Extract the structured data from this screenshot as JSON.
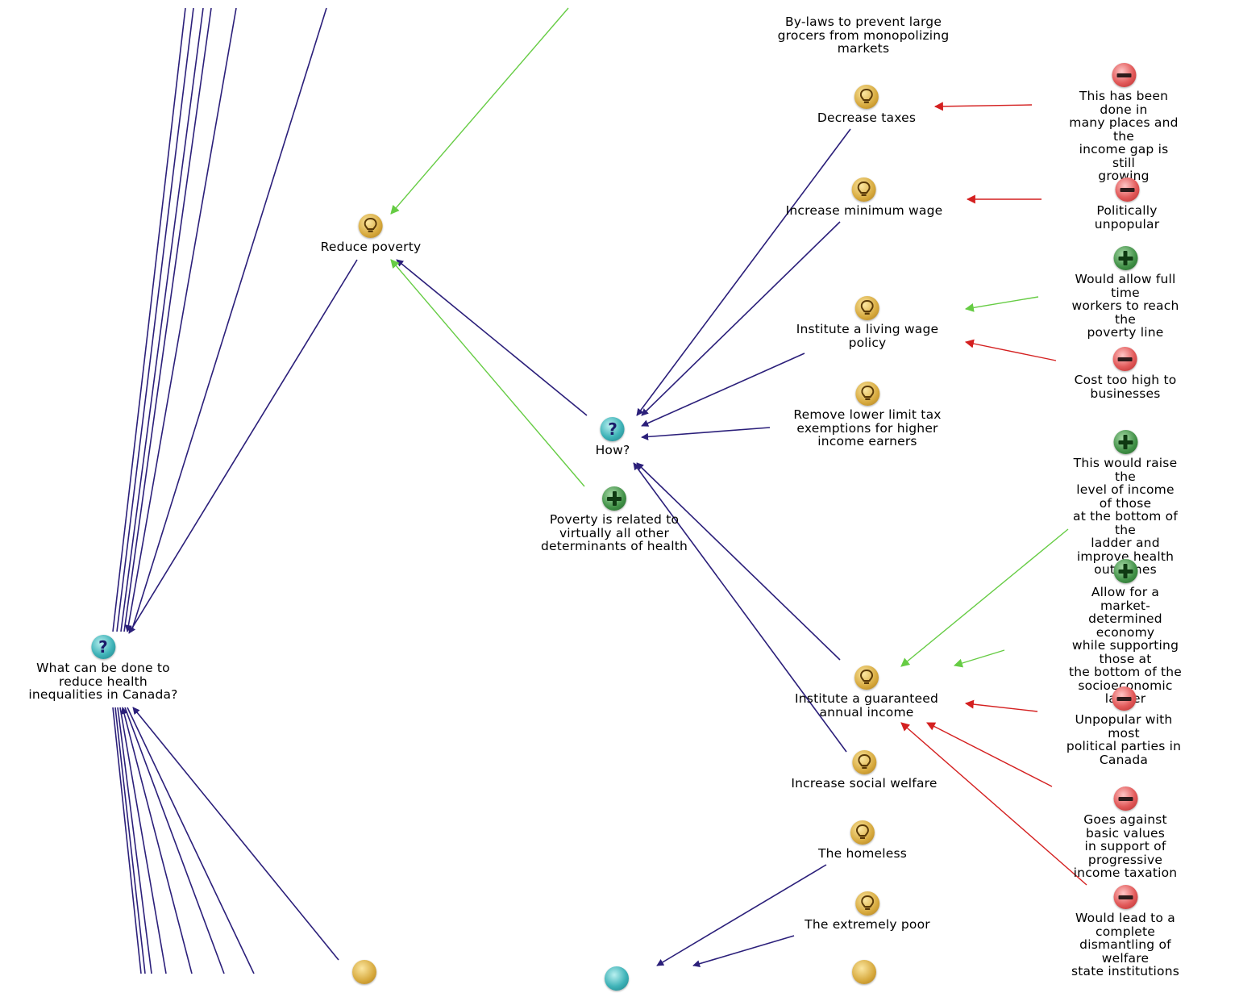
{
  "colors": {
    "structural_edge": "#2b1f7a",
    "support_edge": "#66cc44",
    "oppose_edge": "#d42020",
    "idea": "#d6a83c",
    "question": "#3fb3b8",
    "pro": "#3f8f45",
    "con": "#e25a5a"
  },
  "nodes": {
    "main_question": "What can be done to\nreduce health\ninequalities in Canada?",
    "reduce_poverty": "Reduce poverty",
    "how": "How?",
    "poverty_related": "Poverty is related to\nvirtually all other\ndeterminants of health",
    "bylaws": "By-laws to prevent large\ngrocers from monopolizing\nmarkets",
    "decrease_taxes": "Decrease taxes",
    "increase_min_wage": "Increase minimum wage",
    "living_wage": "Institute a living wage\npolicy",
    "remove_exemptions": "Remove lower limit tax\nexemptions for higher\nincome earners",
    "guaranteed_income": "Institute a guaranteed\nannual income",
    "social_welfare": "Increase social welfare",
    "homeless": "The homeless",
    "extremely_poor": "The extremely poor",
    "con_done_many_places": "This has been done in\nmany places and the\nincome gap is still\ngrowing",
    "con_politically_unpopular": "Politically unpopular",
    "pro_full_time_workers": "Would allow full time\nworkers to reach the\npoverty line",
    "con_cost_too_high": "Cost too high to\nbusinesses",
    "pro_raise_income": "This would raise the\nlevel of income of those\nat the bottom of the\nladder and improve health\noutcomes",
    "pro_market_economy": "Allow for a\nmarket-determined economy\nwhile supporting those at\nthe bottom of the\nsocioeconomic ladder",
    "con_unpopular_parties": "Unpopular with most\npolitical parties in\nCanada",
    "con_progressive_taxation": "Goes against basic values\nin support of progressive\nincome taxation",
    "con_dismantling": "Would lead to a complete\ndismantling of welfare\nstate institutions"
  },
  "icons": {
    "idea": "lightbulb-icon",
    "question": "question-mark-icon",
    "pro": "plus-icon",
    "con": "minus-icon"
  }
}
